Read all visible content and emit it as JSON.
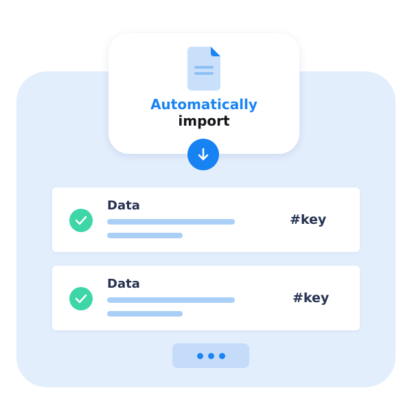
{
  "import_card": {
    "title_accent": "Automatically",
    "title_rest": "import",
    "icon": "document-icon",
    "action_icon": "arrow-down-icon"
  },
  "rows": [
    {
      "title": "Data",
      "key": "#key",
      "status_icon": "check-circle-icon"
    },
    {
      "title": "Data",
      "key": "#key",
      "status_icon": "check-circle-icon"
    }
  ],
  "more_icon": "more-dots-icon",
  "colors": {
    "accent": "#1b84f2",
    "panel": "#e3eefd",
    "success": "#3dd6a6",
    "text_dark": "#253250",
    "placeholder_bar": "#a9cff7"
  }
}
